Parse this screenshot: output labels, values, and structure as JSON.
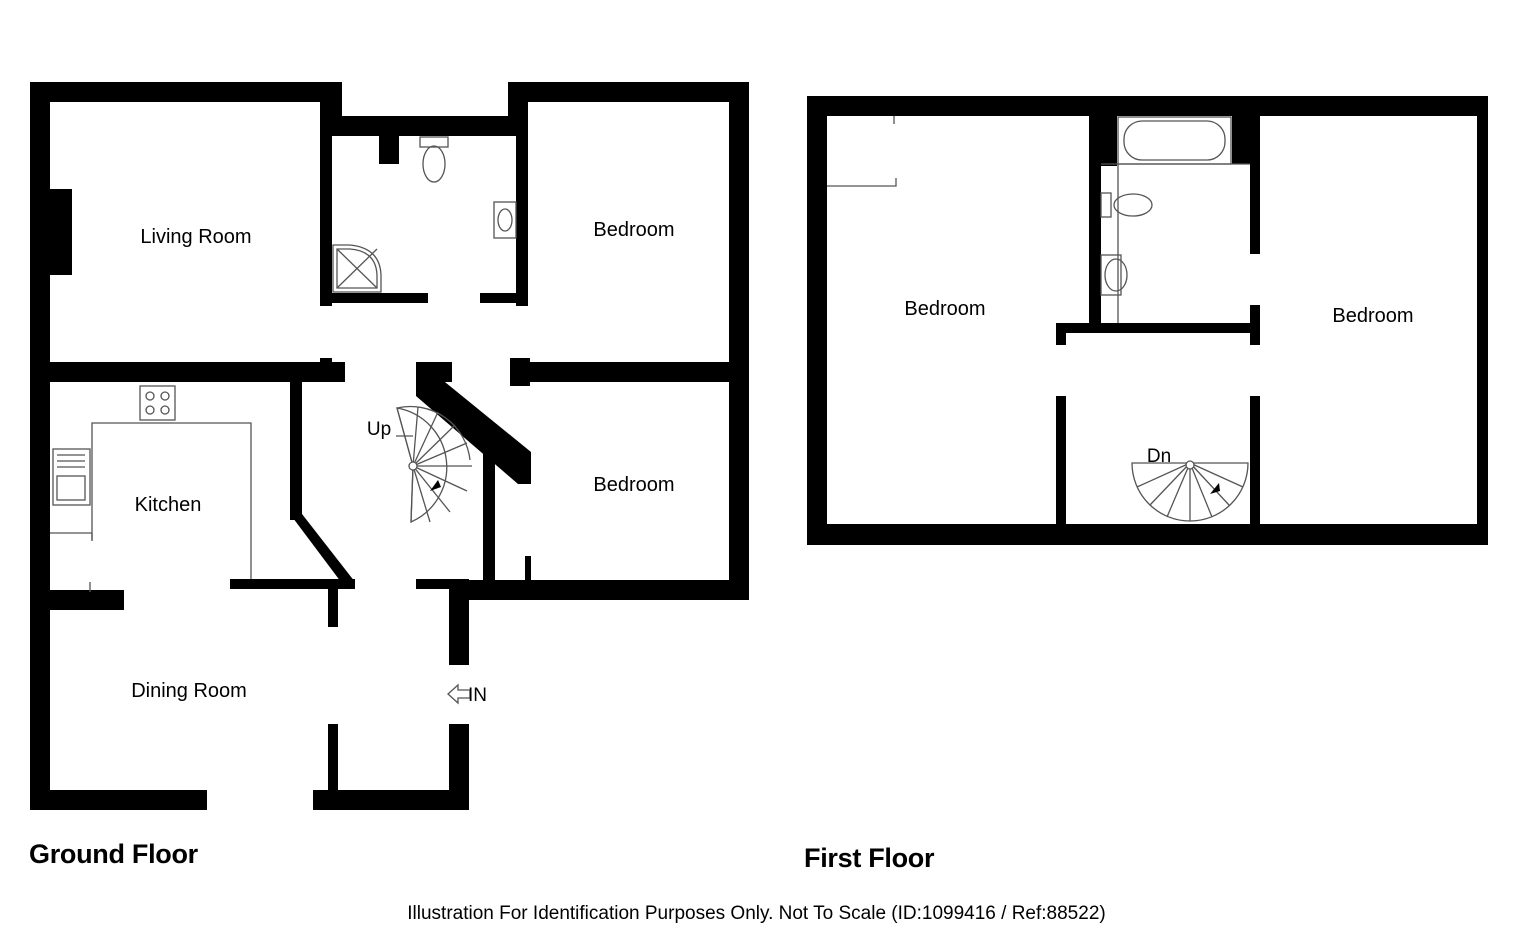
{
  "ground_floor": {
    "title": "Ground Floor",
    "rooms": {
      "living_room": "Living Room",
      "bedroom_1": "Bedroom",
      "bedroom_2": "Bedroom",
      "kitchen": "Kitchen",
      "dining_room": "Dining Room"
    },
    "stairs_label": "Up",
    "entrance_label": "IN"
  },
  "first_floor": {
    "title": "First Floor",
    "rooms": {
      "bedroom_left": "Bedroom",
      "bedroom_right": "Bedroom"
    },
    "stairs_label": "Dn"
  },
  "disclaimer": "Illustration For Identification Purposes Only. Not To Scale (ID:1099416 / Ref:88522)",
  "colors": {
    "wall": "#000000",
    "fixture": "#555555",
    "background": "#ffffff"
  }
}
